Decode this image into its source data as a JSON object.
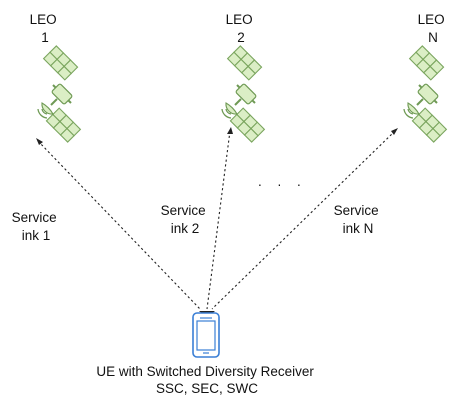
{
  "satellites": [
    {
      "name_line1": "LEO",
      "name_line2": "1",
      "link_line1": "Service",
      "link_line2": "ink 1"
    },
    {
      "name_line1": "LEO",
      "name_line2": "2",
      "link_line1": "Service",
      "link_line2": "ink 2"
    },
    {
      "name_line1": "LEO",
      "name_line2": "N",
      "link_line1": "Service",
      "link_line2": "ink N"
    }
  ],
  "ellipsis": ". . .",
  "receiver": {
    "line1": "UE with Switched Diversity Receiver",
    "line2": "SSC, SEC, SWC"
  },
  "colors": {
    "satellite_fill": "#dbeec5",
    "satellite_stroke": "#6f9a55",
    "phone_stroke": "#3a7fd5",
    "link_line": "#222222"
  },
  "icons": {
    "satellite": "satellite-icon",
    "phone": "phone-icon"
  }
}
